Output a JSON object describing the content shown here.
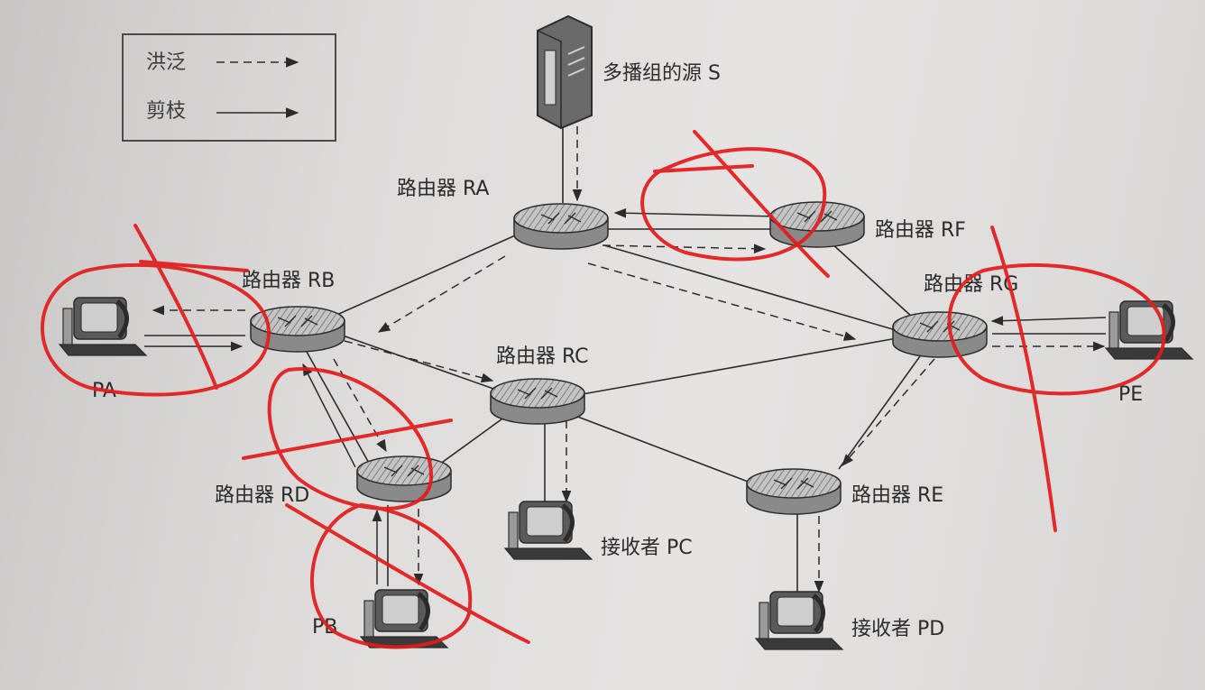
{
  "legend": {
    "flood": "洪泛",
    "prune": "剪枝"
  },
  "source": {
    "label": "多播组的源 S"
  },
  "routers": {
    "ra": "路由器 RA",
    "rb": "路由器 RB",
    "rc": "路由器 RC",
    "rd": "路由器 RD",
    "re": "路由器 RE",
    "rf": "路由器 RF",
    "rg": "路由器 RG"
  },
  "hosts": {
    "pa": "PA",
    "pb": "PB",
    "pc": "接收者 PC",
    "pd": "接收者 PD",
    "pe": "PE"
  },
  "colors": {
    "ink": "#2b2b2b",
    "annotation": "#e21b1b",
    "router_top": "#b8b8b8",
    "router_side": "#8a8a8a"
  },
  "icons": {
    "router": "router-icon",
    "host": "computer-icon",
    "server": "server-icon"
  }
}
